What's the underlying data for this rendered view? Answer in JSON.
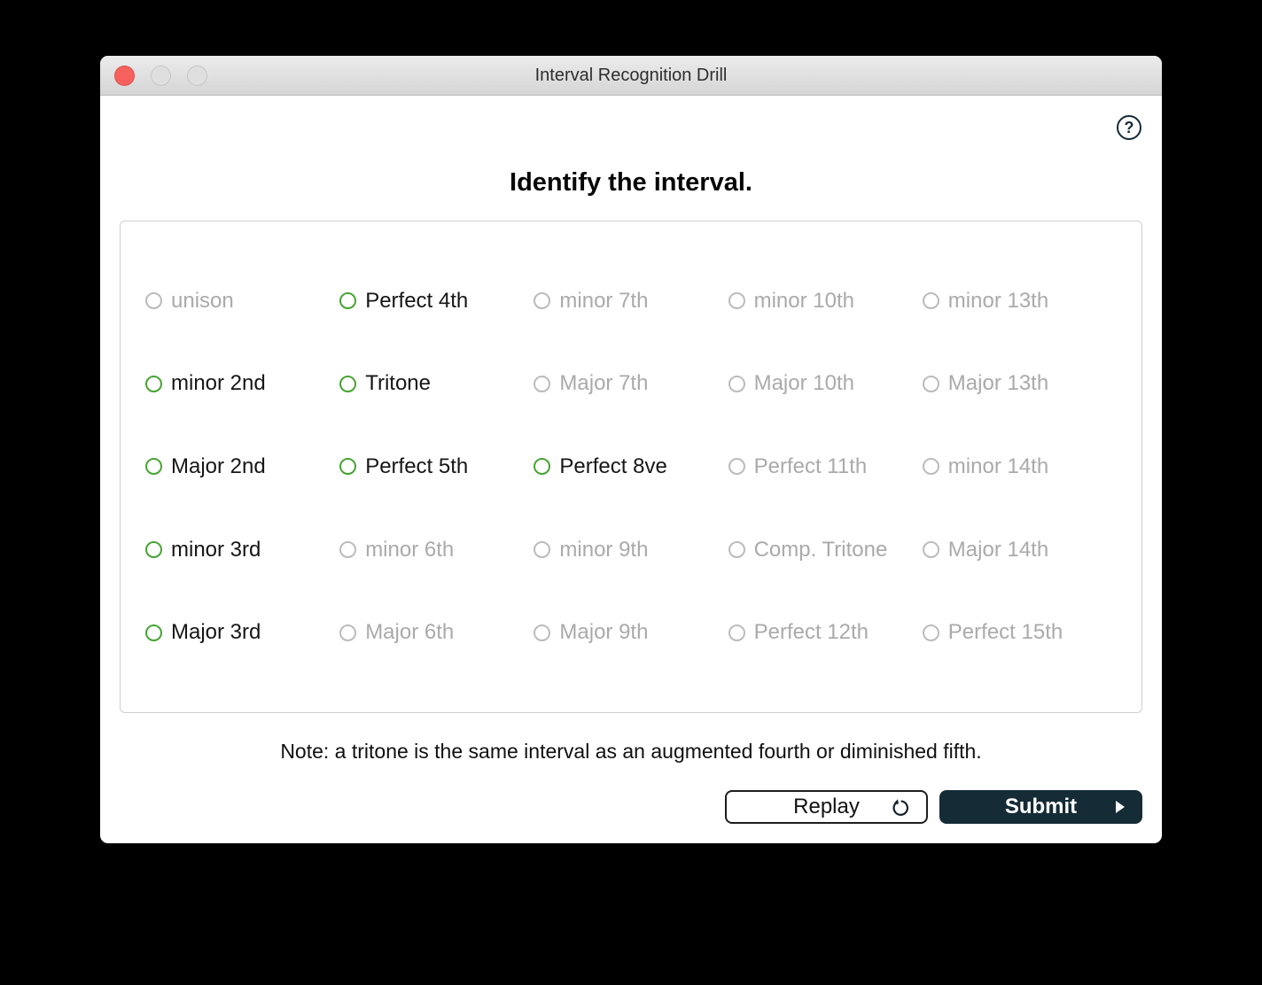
{
  "window": {
    "title": "Interval Recognition Drill"
  },
  "titlebar_controls": {
    "close": "close",
    "minimize": "minimize",
    "zoom": "zoom"
  },
  "help": {
    "glyph": "?"
  },
  "header": {
    "prompt": "Identify the interval."
  },
  "options": {
    "columns": [
      {
        "items": [
          {
            "label": "unison",
            "enabled": false
          },
          {
            "label": "minor 2nd",
            "enabled": true
          },
          {
            "label": "Major 2nd",
            "enabled": true
          },
          {
            "label": "minor 3rd",
            "enabled": true
          },
          {
            "label": "Major 3rd",
            "enabled": true
          }
        ]
      },
      {
        "items": [
          {
            "label": "Perfect 4th",
            "enabled": true
          },
          {
            "label": "Tritone",
            "enabled": true
          },
          {
            "label": "Perfect 5th",
            "enabled": true
          },
          {
            "label": "minor 6th",
            "enabled": false
          },
          {
            "label": "Major 6th",
            "enabled": false
          }
        ]
      },
      {
        "items": [
          {
            "label": "minor 7th",
            "enabled": false
          },
          {
            "label": "Major 7th",
            "enabled": false
          },
          {
            "label": "Perfect 8ve",
            "enabled": true
          },
          {
            "label": "minor 9th",
            "enabled": false
          },
          {
            "label": "Major 9th",
            "enabled": false
          }
        ]
      },
      {
        "items": [
          {
            "label": "minor 10th",
            "enabled": false
          },
          {
            "label": "Major 10th",
            "enabled": false
          },
          {
            "label": "Perfect 11th",
            "enabled": false
          },
          {
            "label": "Comp. Tritone",
            "enabled": false
          },
          {
            "label": "Perfect 12th",
            "enabled": false
          }
        ]
      },
      {
        "items": [
          {
            "label": "minor 13th",
            "enabled": false
          },
          {
            "label": "Major 13th",
            "enabled": false
          },
          {
            "label": "minor 14th",
            "enabled": false
          },
          {
            "label": "Major 14th",
            "enabled": false
          },
          {
            "label": "Perfect 15th",
            "enabled": false
          }
        ]
      }
    ]
  },
  "note": "Note: a tritone is the same interval as an augmented fourth or diminished fifth.",
  "actions": {
    "replay_label": "Replay",
    "submit_label": "Submit"
  },
  "colors": {
    "enabled_radio_green": "#47a433",
    "disabled_gray": "#aaaaaa",
    "submit_navy": "#152b36",
    "close_red": "#f5615c"
  }
}
